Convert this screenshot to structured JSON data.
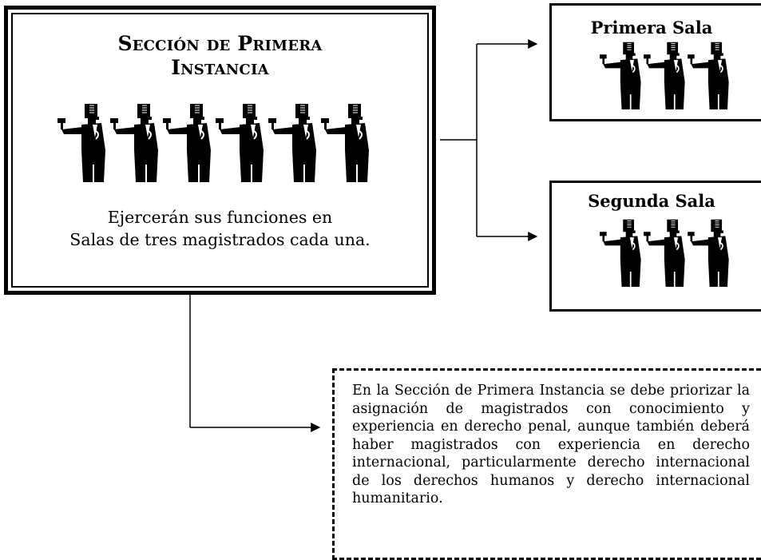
{
  "main": {
    "title_line1": "Sección de Primera",
    "title_line2": "Instancia",
    "description_line1": "Ejercerán sus funciones en",
    "description_line2": "Salas de tres magistrados cada una.",
    "judge_icon": "judge-icon"
  },
  "salas": [
    {
      "title": "Primera Sala",
      "judge_icon": "judge-icon"
    },
    {
      "title": "Segunda Sala",
      "judge_icon": "judge-icon"
    }
  ],
  "note": {
    "text": "En la Sección de Primera Instancia se debe priorizar la asignación de magistrados con conocimiento y experiencia en derecho penal, aunque también deberá haber magistrados con experiencia en derecho internacional, particularmente derecho internacional de los derechos humanos y derecho internacional humanitario."
  }
}
